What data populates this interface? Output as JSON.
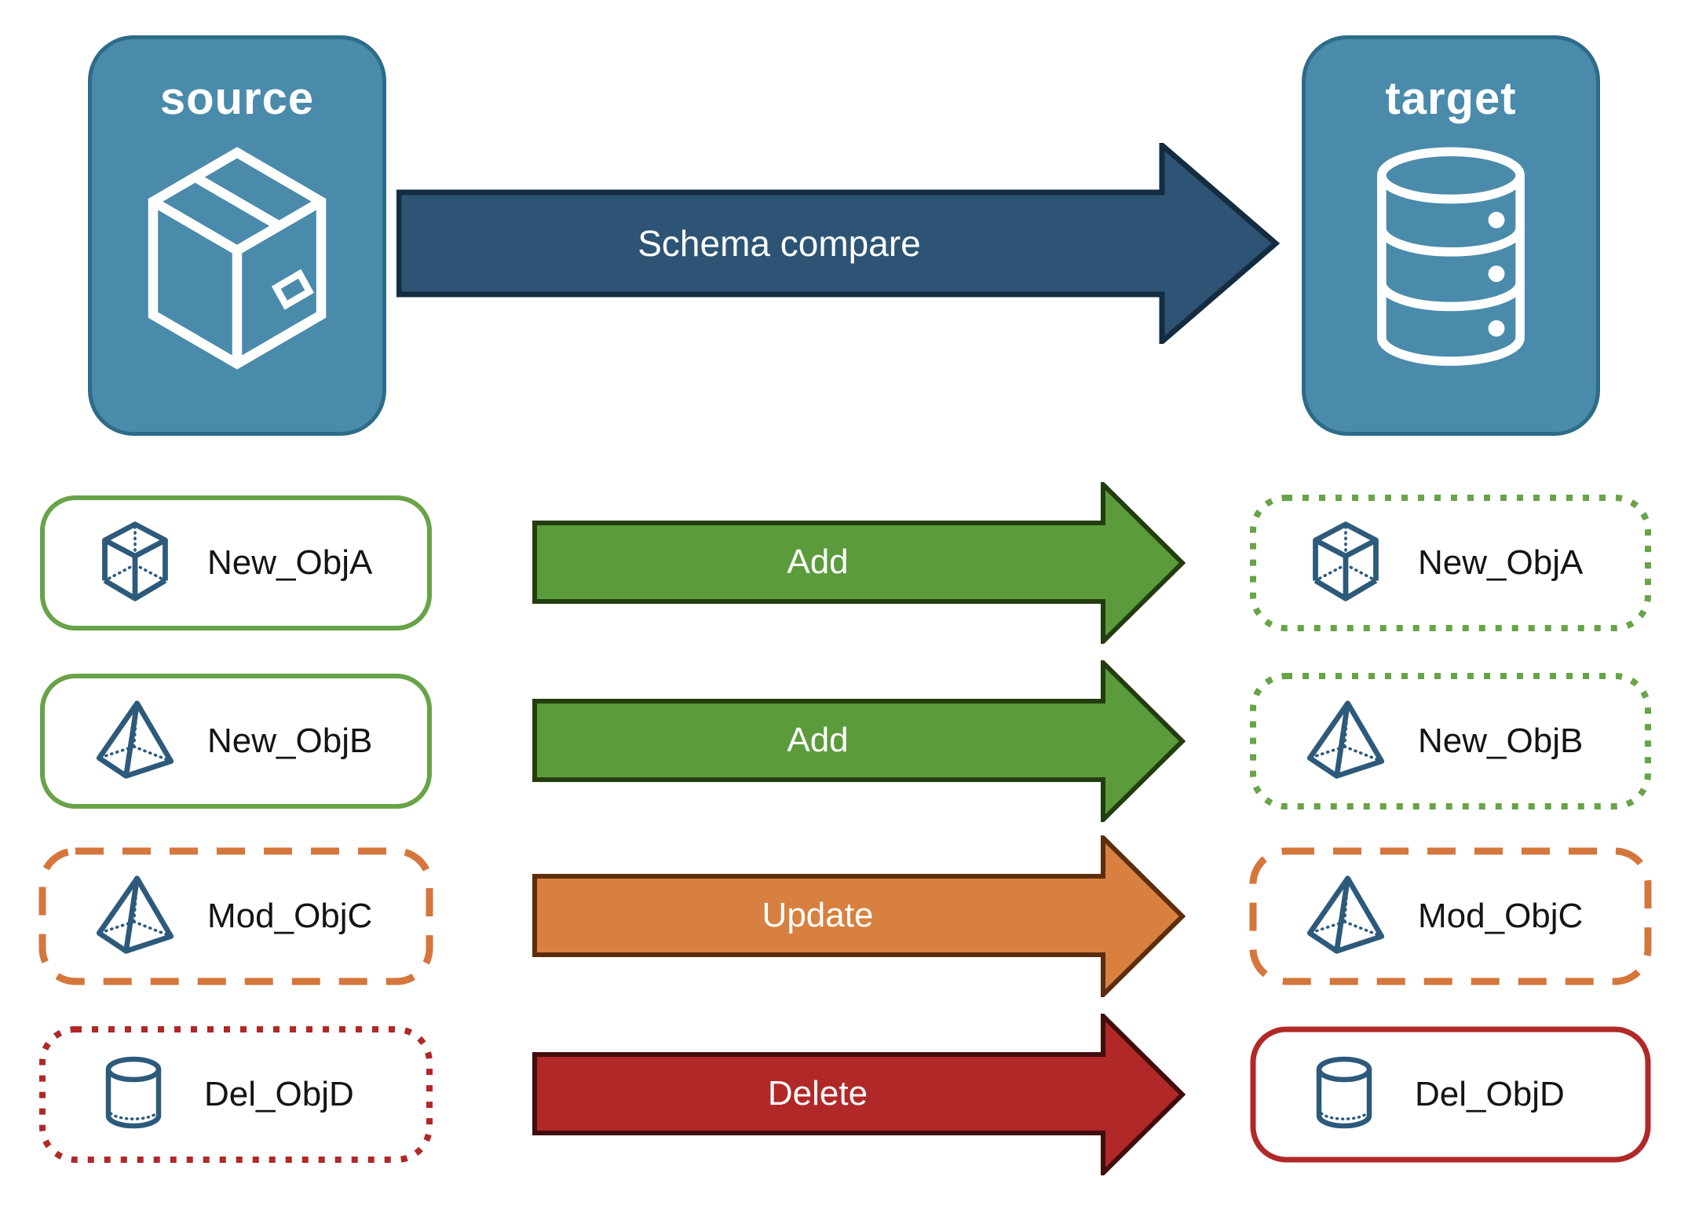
{
  "source": {
    "label": "source",
    "icon": "package-icon"
  },
  "target": {
    "label": "target",
    "icon": "database-icon"
  },
  "main_arrow": {
    "label": "Schema compare"
  },
  "rows": [
    {
      "name": "New_ObjA",
      "icon": "cube-icon",
      "action": "Add",
      "source_border": "solid-green",
      "target_border": "dotted-green"
    },
    {
      "name": "New_ObjB",
      "icon": "pyramid-icon",
      "action": "Add",
      "source_border": "solid-green",
      "target_border": "dotted-green"
    },
    {
      "name": "Mod_ObjC",
      "icon": "pyramid-icon",
      "action": "Update",
      "source_border": "dashed-orange",
      "target_border": "dashed-orange"
    },
    {
      "name": "Del_ObjD",
      "icon": "cylinder-icon",
      "action": "Delete",
      "source_border": "dotted-red",
      "target_border": "solid-red"
    }
  ],
  "colors": {
    "panel_blue": "#4a8bab",
    "panel_border": "#2e6b89",
    "compare_navy": "#2d5475",
    "add_green": "#5b9b3b",
    "update_orange": "#d8803f",
    "delete_red": "#b02827",
    "box_green": "#68a348",
    "box_orange": "#d5763c",
    "box_red": "#b02827",
    "icon_blue": "#2d5a7b",
    "text_dark": "#141414",
    "text_light": "#ffffff"
  }
}
